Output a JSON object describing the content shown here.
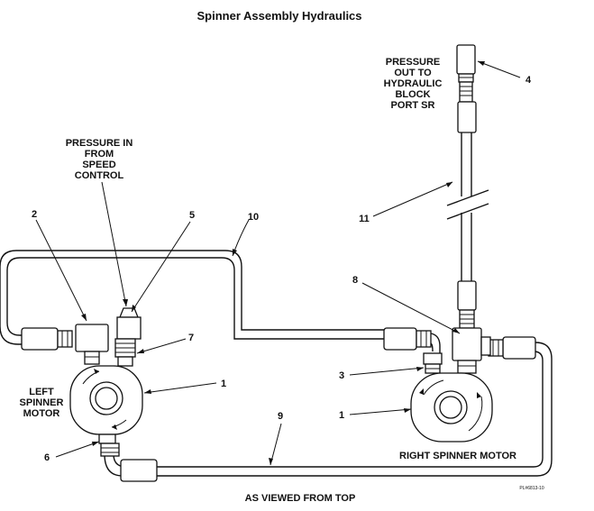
{
  "title": "Spinner Assembly Hydraulics",
  "footer": "AS VIEWED FROM TOP",
  "drawing_code": "PL#6813-10",
  "labels": {
    "pressure_out": [
      "PRESSURE",
      "OUT TO",
      "HYDRAULIC",
      "BLOCK",
      "PORT SR"
    ],
    "pressure_in": [
      "PRESSURE IN",
      "FROM",
      "SPEED",
      "CONTROL"
    ],
    "left_motor": [
      "LEFT",
      "SPINNER",
      "MOTOR"
    ],
    "right_motor": "RIGHT SPINNER MOTOR"
  },
  "callouts": {
    "c1_left": "1",
    "c1_right": "1",
    "c2": "2",
    "c3": "3",
    "c4": "4",
    "c5": "5",
    "c6": "6",
    "c7": "7",
    "c8": "8",
    "c9": "9",
    "c10": "10",
    "c11": "11"
  }
}
